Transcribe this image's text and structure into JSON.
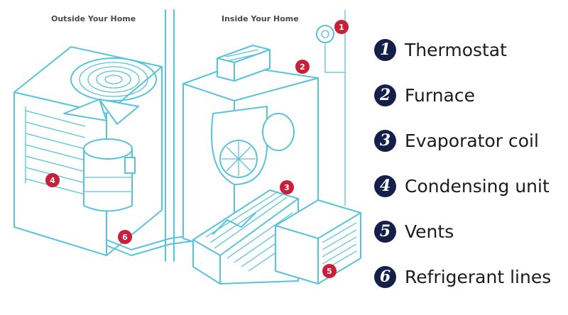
{
  "zones": {
    "outside": "Outside Your Home",
    "inside": "Inside Your Home"
  },
  "markers": [
    "1",
    "2",
    "3",
    "4",
    "5",
    "6"
  ],
  "legend": [
    {
      "number": "1",
      "label": "Thermostat"
    },
    {
      "number": "2",
      "label": "Furnace"
    },
    {
      "number": "3",
      "label": "Evaporator coil"
    },
    {
      "number": "4",
      "label": "Condensing unit"
    },
    {
      "number": "5",
      "label": "Vents"
    },
    {
      "number": "6",
      "label": "Refrigerant lines"
    }
  ],
  "colors": {
    "line": "#58c3dc",
    "marker": "#c8203a",
    "badge": "#14204a"
  }
}
